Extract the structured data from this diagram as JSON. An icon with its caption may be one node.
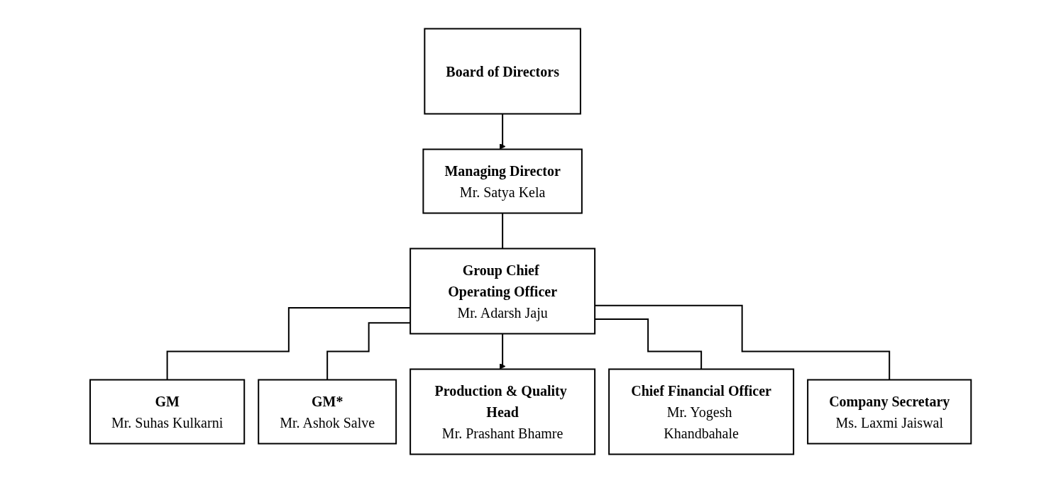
{
  "diagram": {
    "nodes": [
      {
        "text": [
          "Board of Directors"
        ]
      },
      {
        "text": [
          "Managing Director",
          "Mr. Satya Kela"
        ]
      },
      {
        "text": [
          "Group Chief Operating Officer",
          "Mr. Adarsh Jaju"
        ]
      },
      {
        "text": [
          "GM",
          "Mr. Suhas Kulkarni"
        ]
      },
      {
        "text": [
          "GM*",
          "Mr. Ashok Salve"
        ]
      },
      {
        "text": [
          "Production & Quality Head",
          "Mr. Prashant Bhamre"
        ]
      },
      {
        "text": [
          "Chief Financial Officer",
          "Mr. Yogesh Khandbahale"
        ]
      },
      {
        "text": [
          "Company Secretary",
          "Ms. Laxmi Jaiswal"
        ]
      }
    ],
    "edges": [
      {
        "from": 0,
        "to": 1,
        "arrow": "to"
      },
      {
        "from": 1,
        "to": 2,
        "arrow": "none"
      },
      {
        "from": 2,
        "to": 3,
        "arrow": "none"
      },
      {
        "from": 2,
        "to": 4,
        "arrow": "none"
      },
      {
        "from": 2,
        "to": 5,
        "arrow": "to"
      },
      {
        "from": 2,
        "to": 6,
        "arrow": "none"
      },
      {
        "from": 2,
        "to": 7,
        "arrow": "none"
      }
    ]
  }
}
